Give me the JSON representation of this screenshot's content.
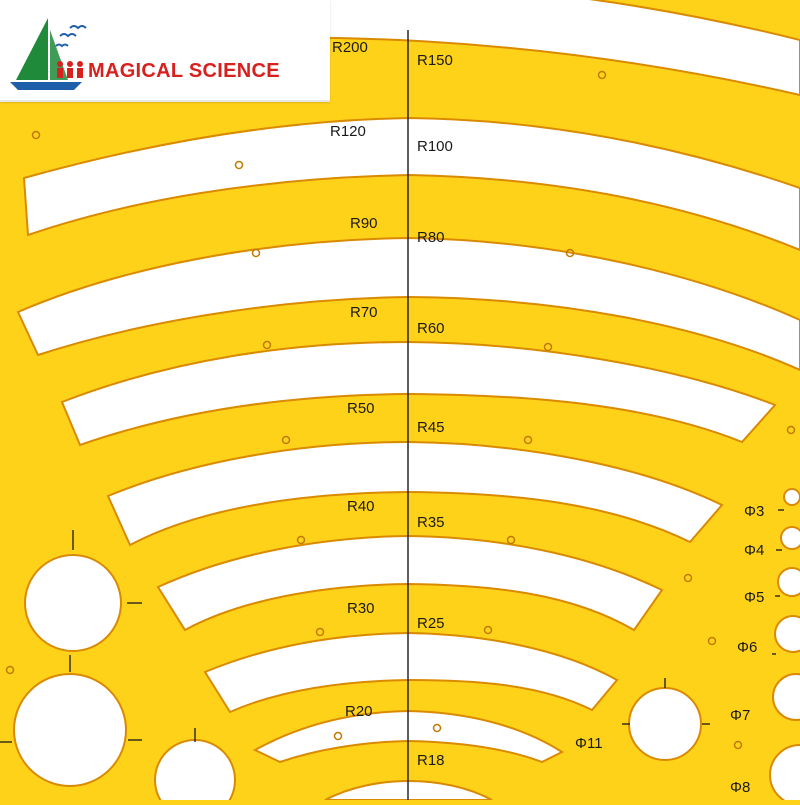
{
  "brand": {
    "name": "MAGICAL SCIENCE"
  },
  "colors": {
    "stencil": "#ffd21a",
    "stencil_edge": "#d98a00",
    "cutout": "#ffffff",
    "text": "#1a1a1a",
    "brand_red": "#d7211f",
    "sail_green": "#1f8a3a"
  },
  "radius_labels": {
    "left": [
      "R200",
      "R120",
      "R90",
      "R70",
      "R50",
      "R40",
      "R30",
      "R20"
    ],
    "right": [
      "R150",
      "R100",
      "R80",
      "R60",
      "R45",
      "R35",
      "R25",
      "R18"
    ]
  },
  "circle_labels": [
    "Φ3",
    "Φ4",
    "Φ5",
    "Φ6",
    "Φ7",
    "Φ8",
    "Φ11"
  ]
}
